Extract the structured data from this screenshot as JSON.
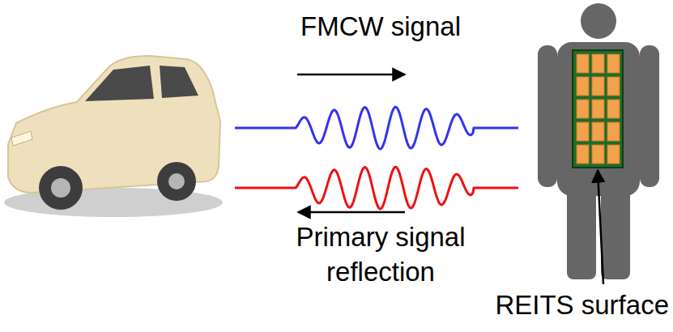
{
  "diagram": {
    "labels": [
      "FMCW signal",
      "Primary signal reflection",
      "REITS surface"
    ]
  }
}
